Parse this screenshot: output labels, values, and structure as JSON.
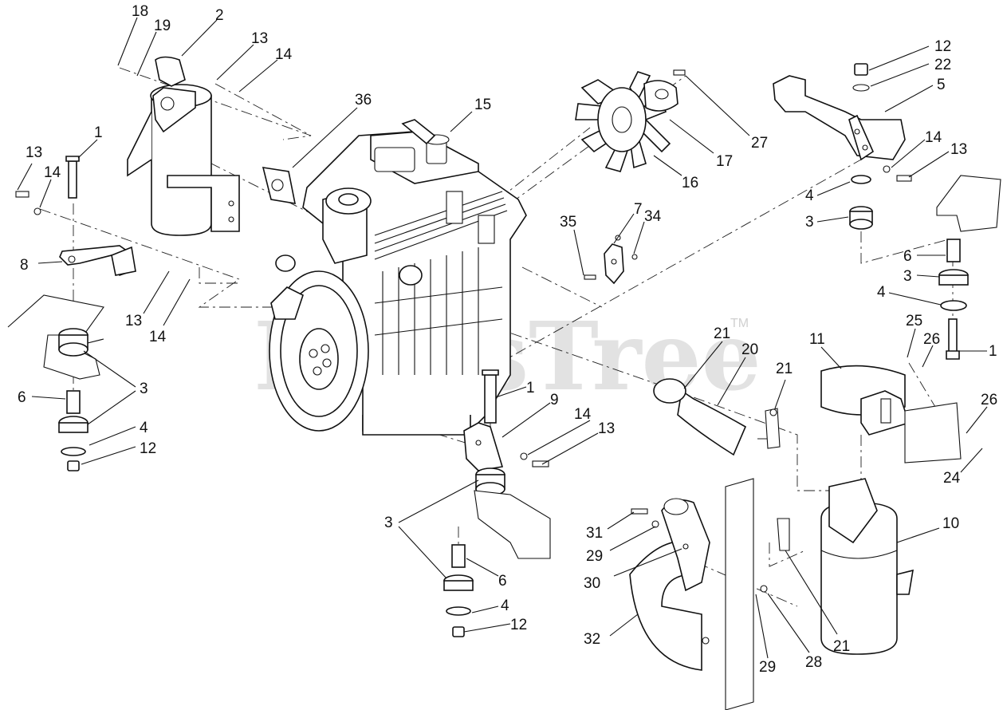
{
  "watermark": {
    "text": "PartsTree",
    "trademark": "TM"
  },
  "components": [
    {
      "name": "engine",
      "icon": "engine-icon"
    },
    {
      "name": "exhaust-muffler",
      "icon": "muffler-icon"
    },
    {
      "name": "cooling-fan",
      "icon": "fan-icon"
    },
    {
      "name": "air-cleaner",
      "icon": "air-cleaner-icon"
    },
    {
      "name": "intake-hose",
      "icon": "hose-icon"
    },
    {
      "name": "air-cleaner-bracket",
      "icon": "bracket-icon"
    }
  ],
  "callouts": [
    {
      "id": "c18a",
      "text": "18"
    },
    {
      "id": "c19a",
      "text": "19"
    },
    {
      "id": "c2a",
      "text": "2"
    },
    {
      "id": "c13a",
      "text": "13"
    },
    {
      "id": "c14a",
      "text": "14"
    },
    {
      "id": "c36a",
      "text": "36"
    },
    {
      "id": "c15a",
      "text": "15"
    },
    {
      "id": "c1a",
      "text": "1"
    },
    {
      "id": "c13b",
      "text": "13"
    },
    {
      "id": "c14b",
      "text": "14"
    },
    {
      "id": "c8a",
      "text": "8"
    },
    {
      "id": "c13c",
      "text": "13"
    },
    {
      "id": "c14c",
      "text": "14"
    },
    {
      "id": "c3a",
      "text": "3"
    },
    {
      "id": "c6a",
      "text": "6"
    },
    {
      "id": "c4a",
      "text": "4"
    },
    {
      "id": "c12a",
      "text": "12"
    },
    {
      "id": "c17a",
      "text": "17"
    },
    {
      "id": "c16a",
      "text": "16"
    },
    {
      "id": "c27a",
      "text": "27"
    },
    {
      "id": "c12b",
      "text": "12"
    },
    {
      "id": "c22a",
      "text": "22"
    },
    {
      "id": "c5a",
      "text": "5"
    },
    {
      "id": "c14d",
      "text": "14"
    },
    {
      "id": "c13d",
      "text": "13"
    },
    {
      "id": "c4b",
      "text": "4"
    },
    {
      "id": "c3b",
      "text": "3"
    },
    {
      "id": "c7a",
      "text": "7"
    },
    {
      "id": "c35a",
      "text": "35"
    },
    {
      "id": "c34a",
      "text": "34"
    },
    {
      "id": "c6b",
      "text": "6"
    },
    {
      "id": "c3c",
      "text": "3"
    },
    {
      "id": "c4c",
      "text": "4"
    },
    {
      "id": "c25a",
      "text": "25"
    },
    {
      "id": "c26a",
      "text": "26"
    },
    {
      "id": "c1b",
      "text": "1"
    },
    {
      "id": "c21a",
      "text": "21"
    },
    {
      "id": "c20a",
      "text": "20"
    },
    {
      "id": "c11a",
      "text": "11"
    },
    {
      "id": "c21b",
      "text": "21"
    },
    {
      "id": "c26b",
      "text": "26"
    },
    {
      "id": "c24a",
      "text": "24"
    },
    {
      "id": "c1c",
      "text": "1"
    },
    {
      "id": "c9a",
      "text": "9"
    },
    {
      "id": "c14e",
      "text": "14"
    },
    {
      "id": "c13e",
      "text": "13"
    },
    {
      "id": "c3d",
      "text": "3"
    },
    {
      "id": "c6c",
      "text": "6"
    },
    {
      "id": "c4d",
      "text": "4"
    },
    {
      "id": "c12c",
      "text": "12"
    },
    {
      "id": "c31a",
      "text": "31"
    },
    {
      "id": "c29a",
      "text": "29"
    },
    {
      "id": "c30a",
      "text": "30"
    },
    {
      "id": "c32a",
      "text": "32"
    },
    {
      "id": "c29b",
      "text": "29"
    },
    {
      "id": "c28a",
      "text": "28"
    },
    {
      "id": "c21c",
      "text": "21"
    },
    {
      "id": "c10a",
      "text": "10"
    }
  ]
}
